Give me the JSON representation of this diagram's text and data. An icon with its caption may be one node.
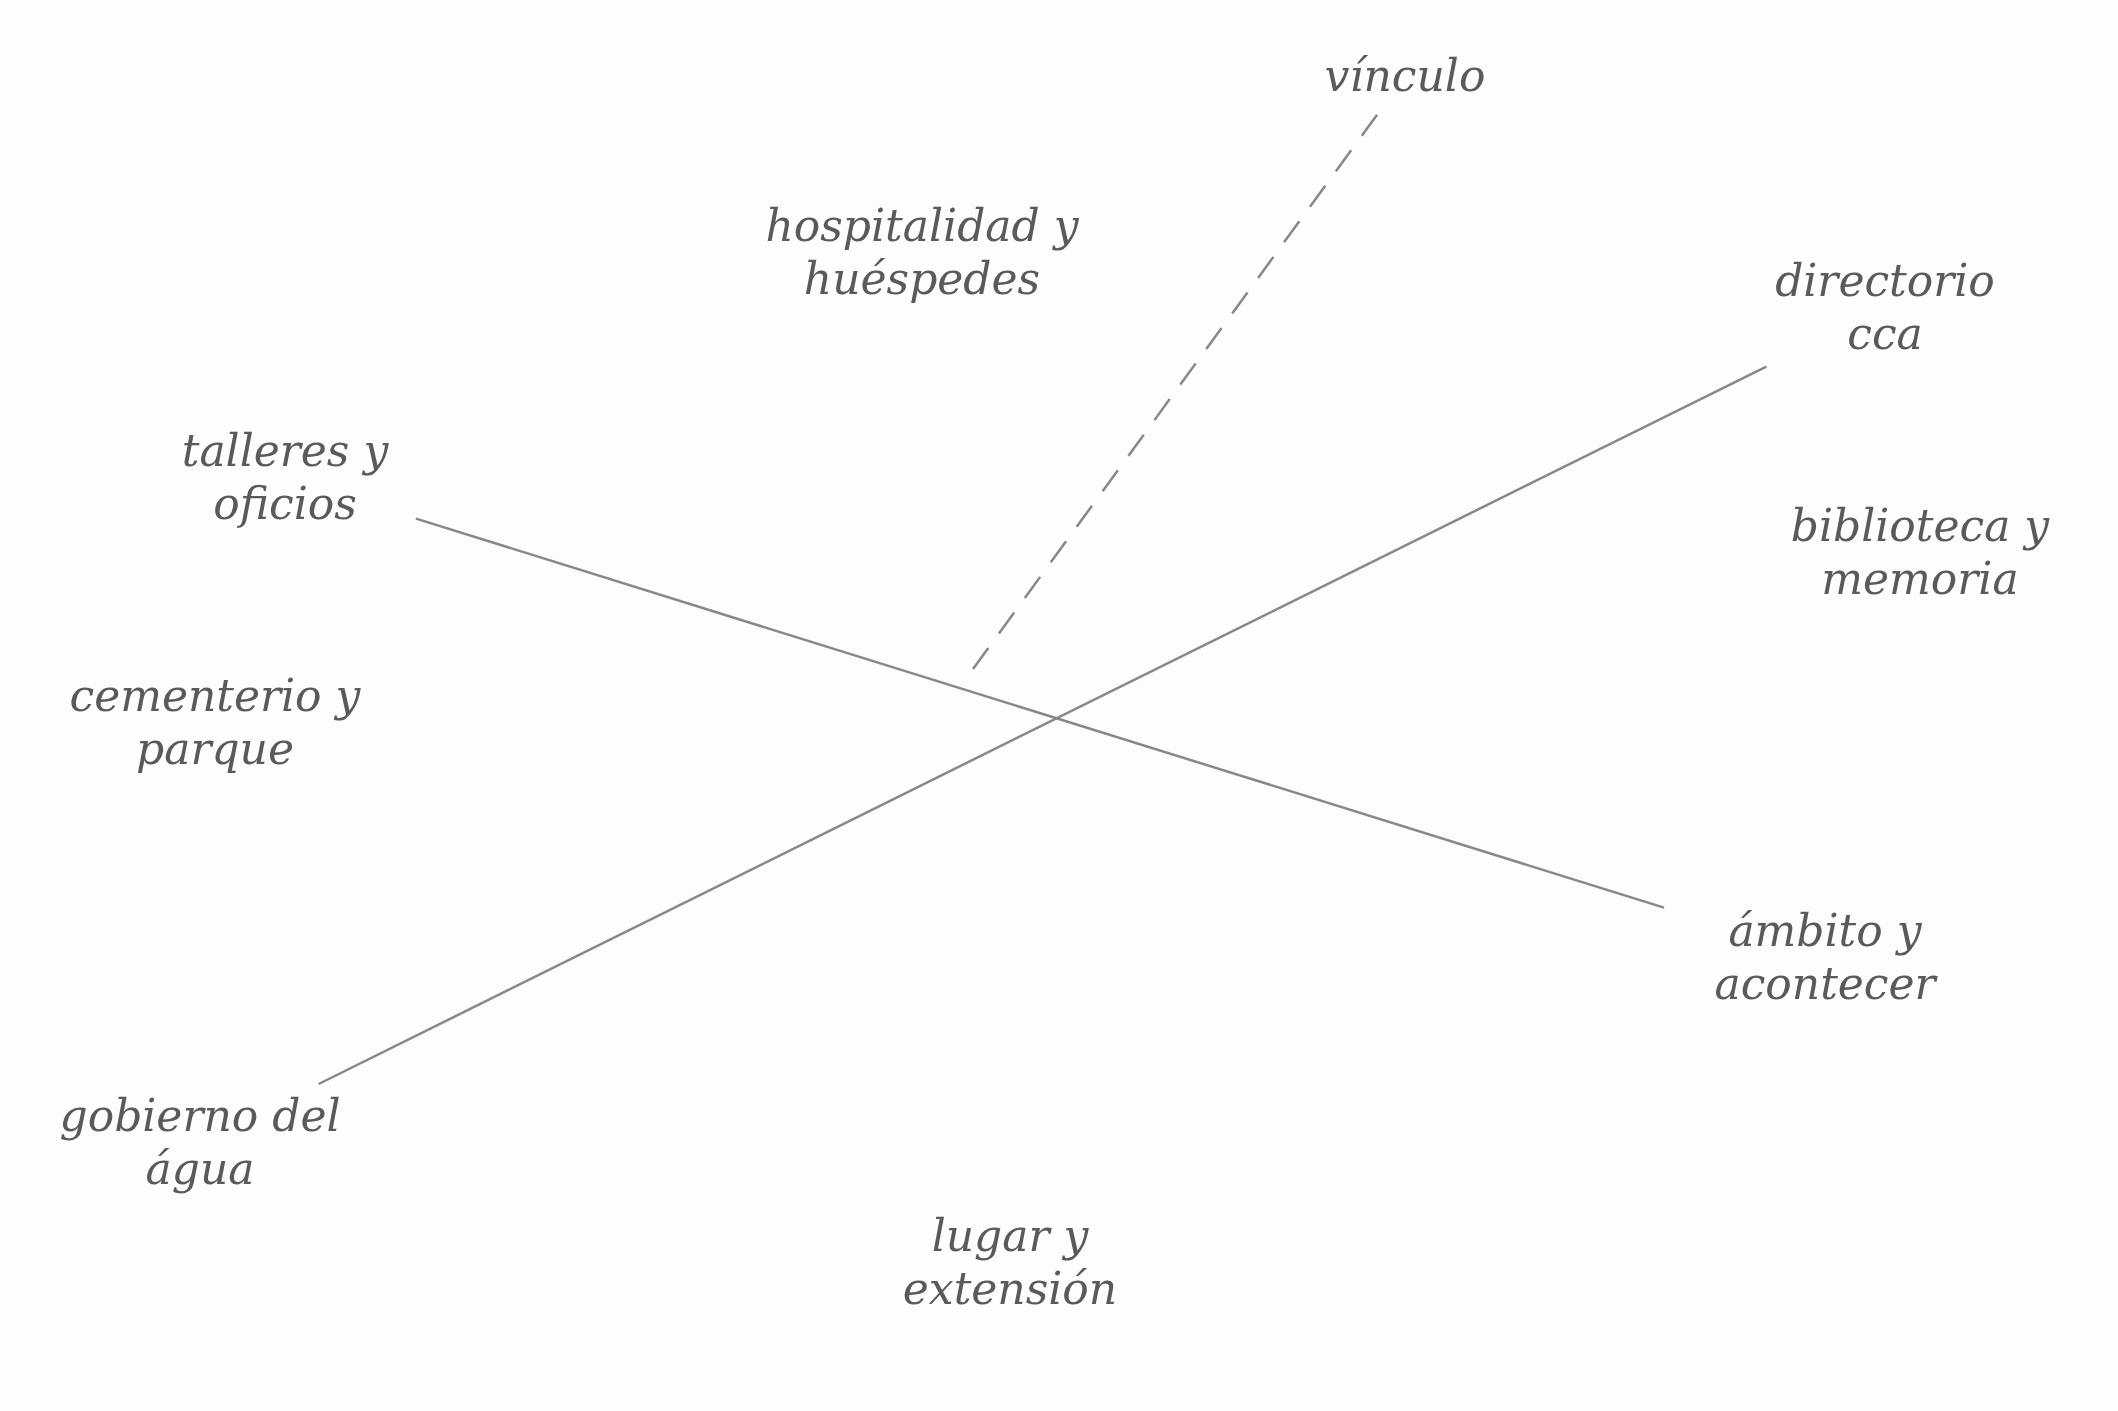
{
  "diagram": {
    "nodes": [
      {
        "text": [
          "vínculo"
        ]
      },
      {
        "text": [
          "hospitalidad y huéspedes"
        ]
      },
      {
        "text": [
          "directorio cca"
        ]
      },
      {
        "text": [
          "talleres y oficios"
        ]
      },
      {
        "text": [
          "biblioteca y memoria"
        ]
      },
      {
        "text": [
          "cementerio y parque"
        ]
      },
      {
        "text": [
          "ámbito y acontecer"
        ]
      },
      {
        "text": [
          "gobierno del água"
        ]
      },
      {
        "text": [
          "lugar y extensión"
        ]
      }
    ],
    "edges": [
      {
        "from": 3,
        "to": 6,
        "arrow": "none"
      },
      {
        "from": 7,
        "to": 2,
        "arrow": "none"
      },
      {
        "from": null,
        "to": 0,
        "arrow": "none",
        "style": "dashed"
      }
    ]
  }
}
